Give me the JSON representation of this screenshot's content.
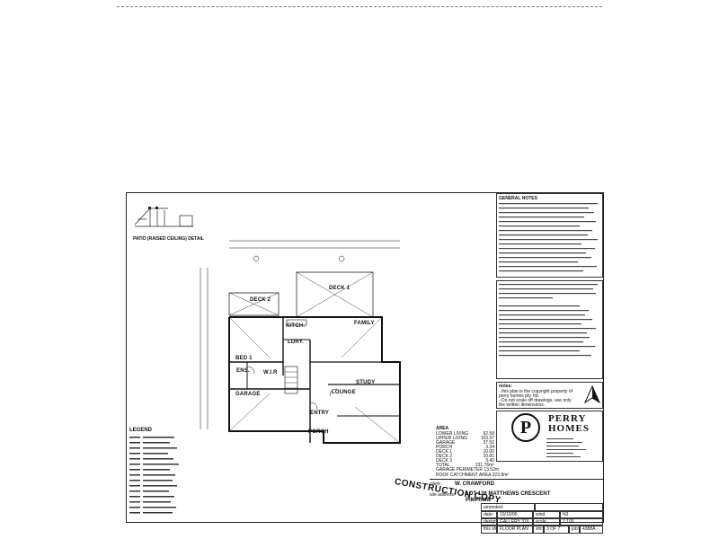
{
  "patio_detail_label": "PATIO (RAISED CEILING) DETAIL",
  "rooms": {
    "kitch": "KITCH.",
    "family": "FAMILY",
    "deck1": "DECK 1",
    "deck2": "DECK 2",
    "bed1": "BED 1",
    "ens": "ENS.",
    "wir": "W.I.R",
    "ldry": "LDRY.",
    "garage": "GARAGE",
    "lounge": "LOUNGE",
    "study": "STUDY",
    "entry": "ENTRY",
    "porch": "PORCH"
  },
  "legend_title": "LEGEND",
  "area_table": {
    "title": "AREA",
    "rows": [
      {
        "label": "LOWER LIVING",
        "value": "62.58"
      },
      {
        "label": "UPPER LIVING",
        "value": "103.97"
      },
      {
        "label": "GARAGE",
        "value": "37.50"
      },
      {
        "label": "PORCH",
        "value": "3.34"
      },
      {
        "label": "DECK 1",
        "value": "10.00"
      },
      {
        "label": "DECK 2",
        "value": "10.81"
      },
      {
        "label": "DECK 3",
        "value": "3.40"
      },
      {
        "label": "TOTAL",
        "value": "231.76m²"
      }
    ],
    "footer": [
      "GARAGE PERIMETER 13.52m",
      "ROOF CATCHMENT AREA 223.8m²"
    ]
  },
  "notes": {
    "heading": "notes:",
    "lines": [
      "- this plan is the copyright property of",
      "  perry homes pty. ltd.",
      "- Do not scale off drawings, use only",
      "  the written dimensions."
    ]
  },
  "company": {
    "logo_letter": "P",
    "name_line1": "PERRY",
    "name_line2": "HOMES"
  },
  "title_block": {
    "client_label": "client:",
    "client_value": "W. CRAWFORD",
    "site_label": "site address:",
    "site_line1": "LOT 126 MATTHEWS CRESCENT",
    "site_line2": "PIMPAMA",
    "amended_label": "amended:",
    "date_label": "date:",
    "date_value": "10/10/06",
    "design_label": "design:",
    "design_value": "GALLERY 316",
    "title_label": "this sht:",
    "title_value": "FLOOR PLAN",
    "scale_label": "scale",
    "scale_value": "1:100",
    "sheet_label": "sht:",
    "sheet_value": "3 OF 7",
    "job_label": "job:",
    "job_value": "4388A",
    "wind_label": "wind",
    "wind_value": "N3"
  },
  "stamp": "CONSTRUCTION COPY",
  "general_notes_title": "GENERAL NOTES"
}
